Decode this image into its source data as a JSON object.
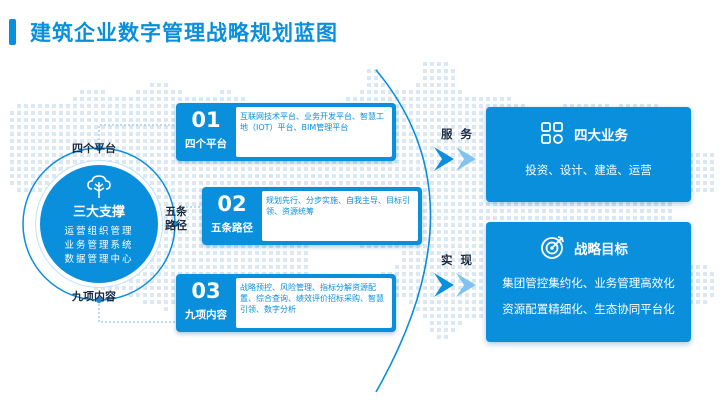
{
  "title": "建筑企业数字管理战略规划蓝图",
  "hub": {
    "title": "三大支撑",
    "lines": [
      "运营组织管理",
      "业务管理系统",
      "数据管理中心"
    ],
    "icon": "cloud-tree-icon"
  },
  "labels": {
    "platforms": "四个平台",
    "paths": [
      "五条",
      "路径"
    ],
    "contents": "九项内容"
  },
  "cards": [
    {
      "num": "01",
      "name": "四个平台",
      "desc": "互联网技术平台、业务开发平台、智慧工地（IOT）平台、BIM管理平台"
    },
    {
      "num": "02",
      "name": "五条路径",
      "desc": "规划先行、分步实施、自我主导、目标引领、资源统筹"
    },
    {
      "num": "03",
      "name": "九项内容",
      "desc": "战略预控、风险管理、指标分解资源配置、综合查询、绩效评价招标采购、智慧引领、数字分析"
    }
  ],
  "arrows": [
    {
      "label": "服 务"
    },
    {
      "label": "实 现"
    }
  ],
  "right": [
    {
      "title": "四大业务",
      "icon": "grid-icon",
      "lines": [
        "投资、设计、建造、运营"
      ]
    },
    {
      "title": "战略目标",
      "icon": "target-icon",
      "lines": [
        "集团管控集约化、业务管理高效化",
        "资源配置精细化、生态协同平台化"
      ]
    }
  ],
  "colors": {
    "primary": "#0a8fdc",
    "light": "#bfe3f8",
    "map": "#dbe8f3"
  }
}
